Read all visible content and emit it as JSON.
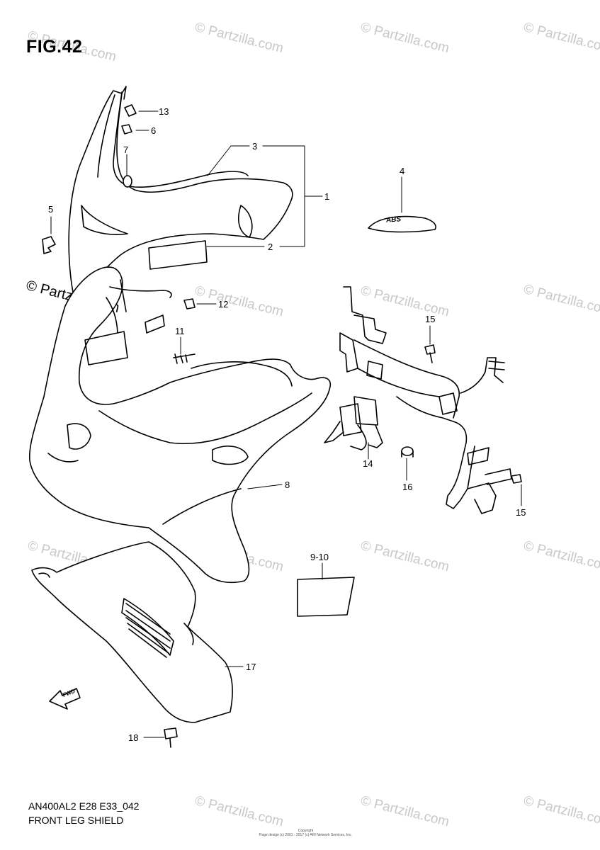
{
  "figure": {
    "title": "FIG.42"
  },
  "watermark": {
    "text": "© Partzilla.com",
    "emphasized_text": "© Partzilla.com"
  },
  "callouts": {
    "c1": "1",
    "c2": "2",
    "c3": "3",
    "c4": "4",
    "c5": "5",
    "c6": "6",
    "c7": "7",
    "c8": "8",
    "c9_10": "9-10",
    "c11": "11",
    "c12": "12",
    "c13": "13",
    "c14": "14",
    "c15a": "15",
    "c15b": "15",
    "c16": "16",
    "c17": "17",
    "c18": "18"
  },
  "parts": {
    "front_leg_shield_upper": "front-leg-shield-upper",
    "inner_cover": "inner-leg-shield-cover",
    "lower_cover": "lower-cover",
    "bracket_frame": "front-bracket-frame",
    "emblem": "abs-emblem",
    "fwd_arrow": "fwd-arrow"
  },
  "emblem": {
    "text": "ABS"
  },
  "fwd_arrow": {
    "text": "FWD"
  },
  "footer": {
    "model_code": "AN400AL2 E28 E33_042",
    "assembly_name": "FRONT LEG SHIELD",
    "copyright_line1": "Copyright",
    "copyright_line2": "Page design (c) 2001 - 2017 (c) ARI Network Services, Inc."
  }
}
